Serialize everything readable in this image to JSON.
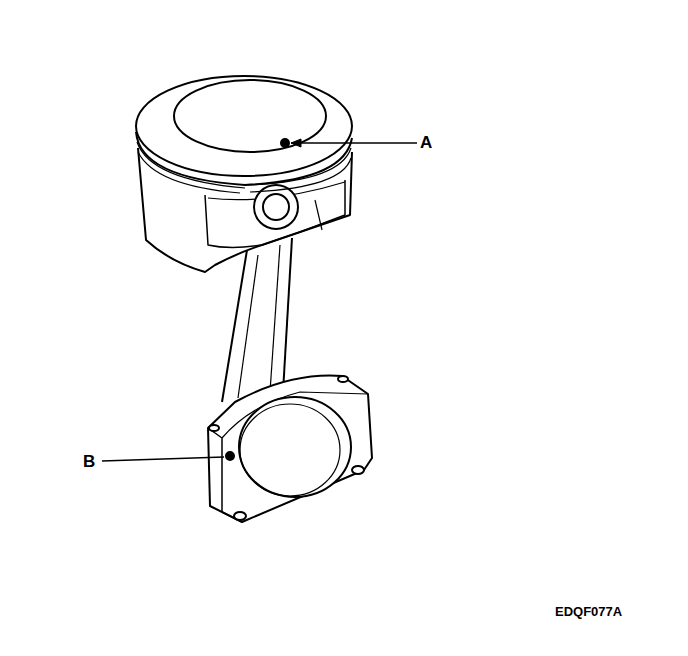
{
  "diagram": {
    "labels": [
      "A",
      "B",
      "EDQF077A"
    ]
  }
}
